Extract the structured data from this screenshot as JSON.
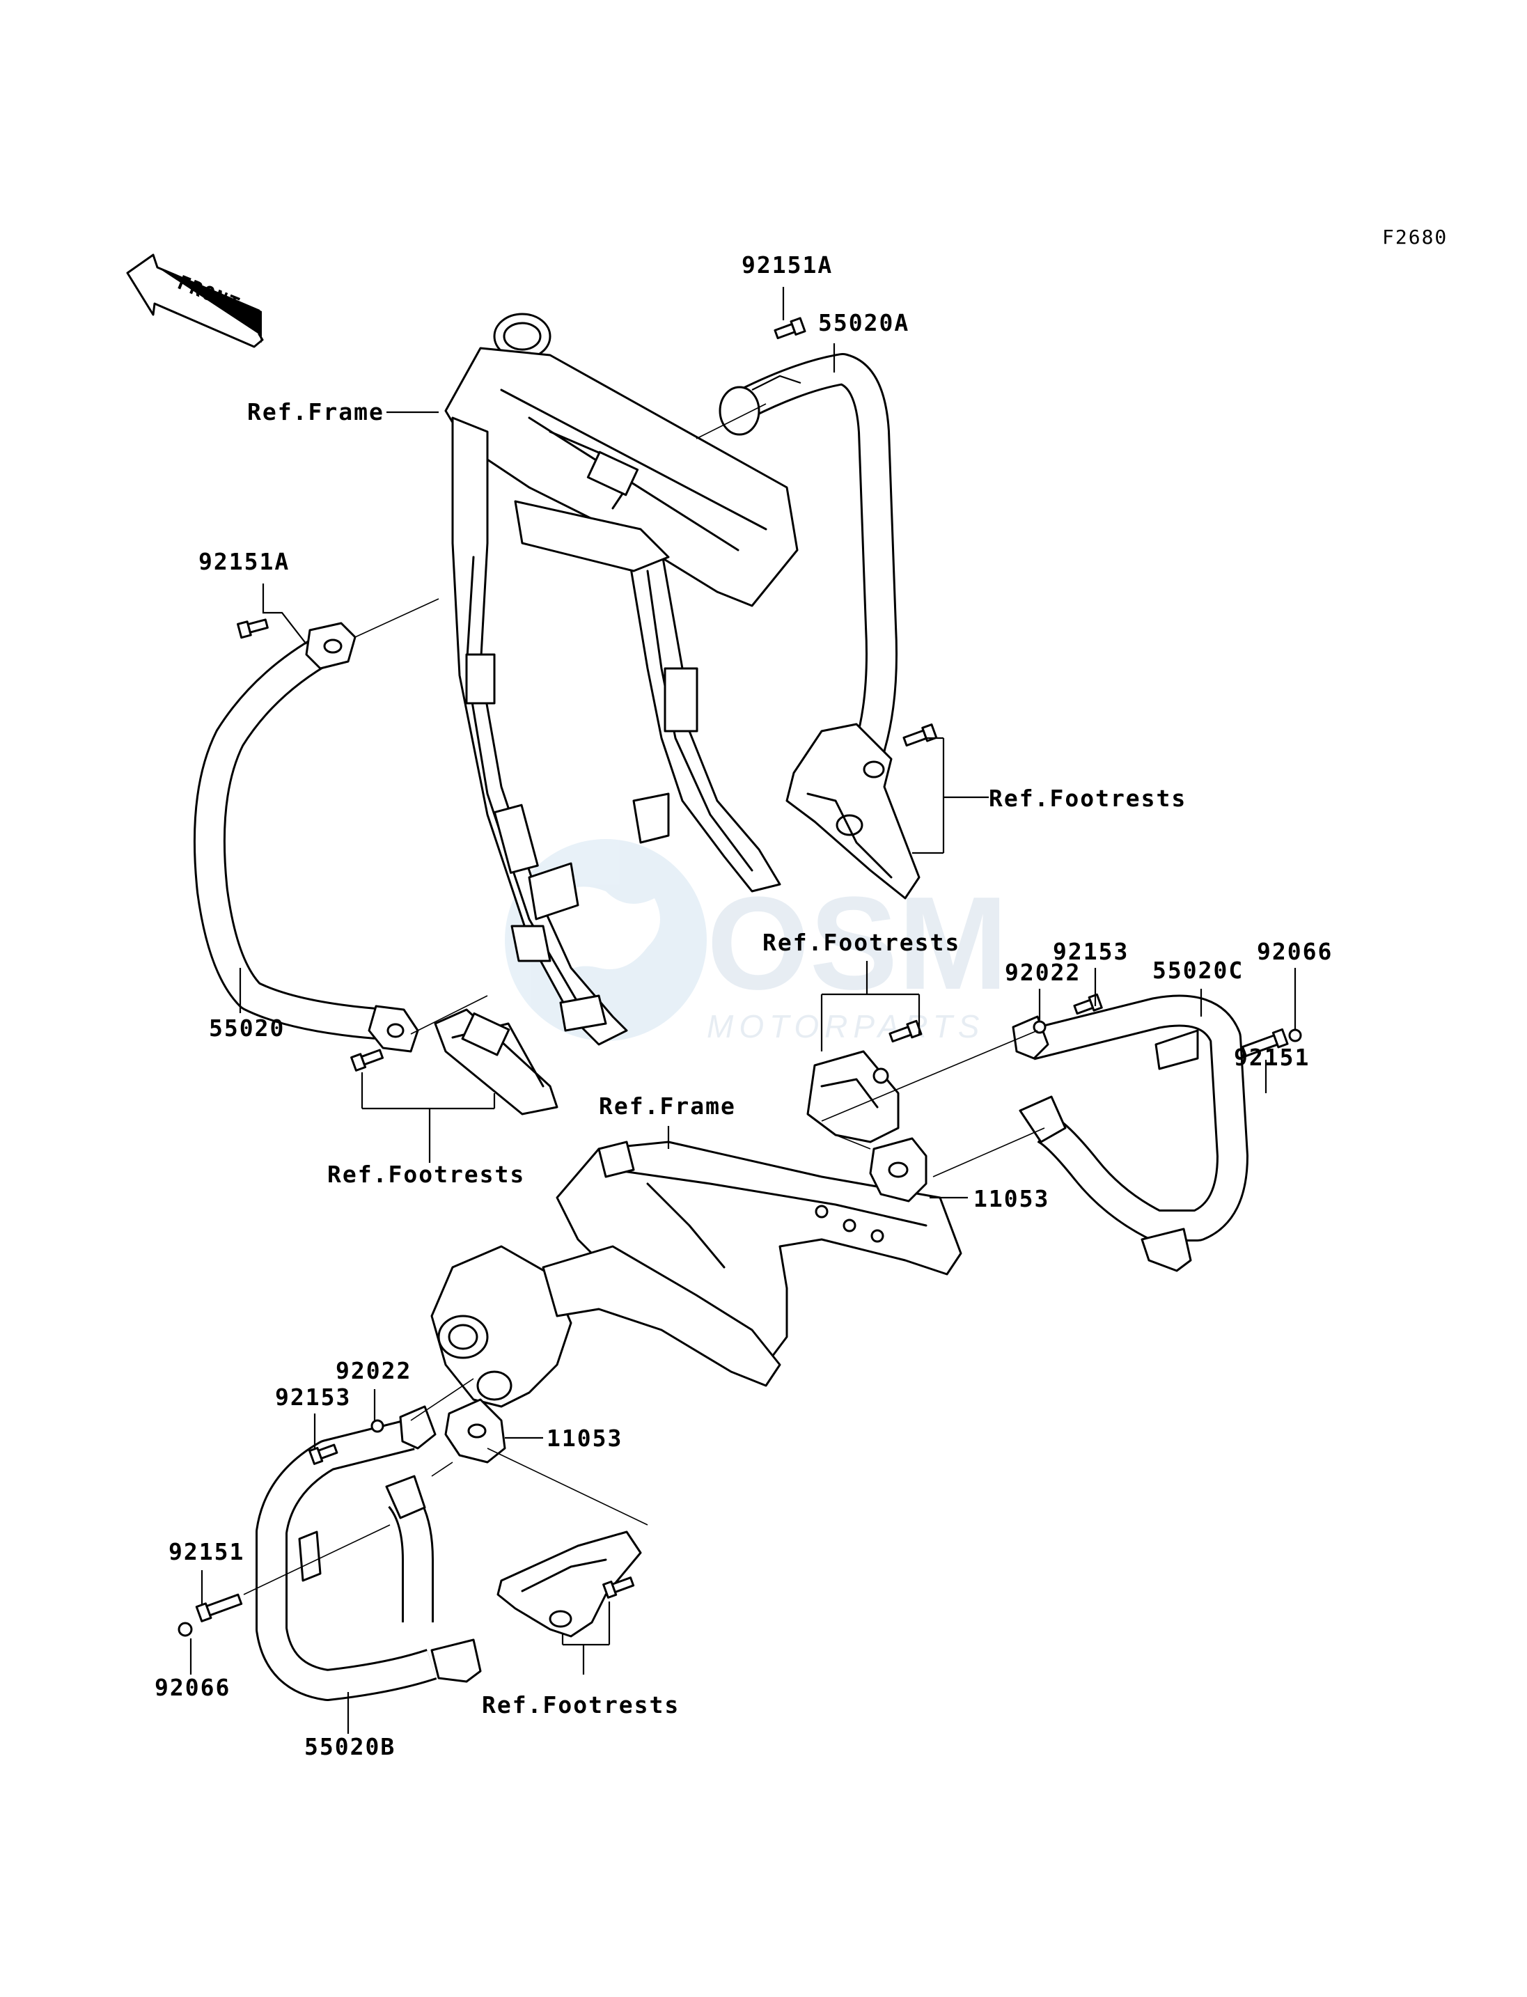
{
  "figure_code": "F2680",
  "front_label": "FRONT",
  "watermark": {
    "brand": "OSM",
    "tagline": "MOTORPARTS"
  },
  "labels": {
    "p92151A_top": "92151A",
    "p55020A": "55020A",
    "ref_frame_top": "Ref.Frame",
    "p92151A_left": "92151A",
    "ref_footrests_right": "Ref.Footrests",
    "ref_footrests_mid": "Ref.Footrests",
    "p55020": "55020",
    "ref_footrests_left": "Ref.Footrests",
    "p92066_top": "92066",
    "p92153_top": "92153",
    "p55020C": "55020C",
    "p92022_top": "92022",
    "p92151_right": "92151",
    "ref_frame_mid": "Ref.Frame",
    "p11053_right": "11053",
    "p92022_bottom": "92022",
    "p92153_bottom": "92153",
    "p11053_bottom": "11053",
    "p92151_left": "92151",
    "p92066_bottom": "92066",
    "ref_footrests_bottom": "Ref.Footrests",
    "p55020B": "55020B"
  }
}
